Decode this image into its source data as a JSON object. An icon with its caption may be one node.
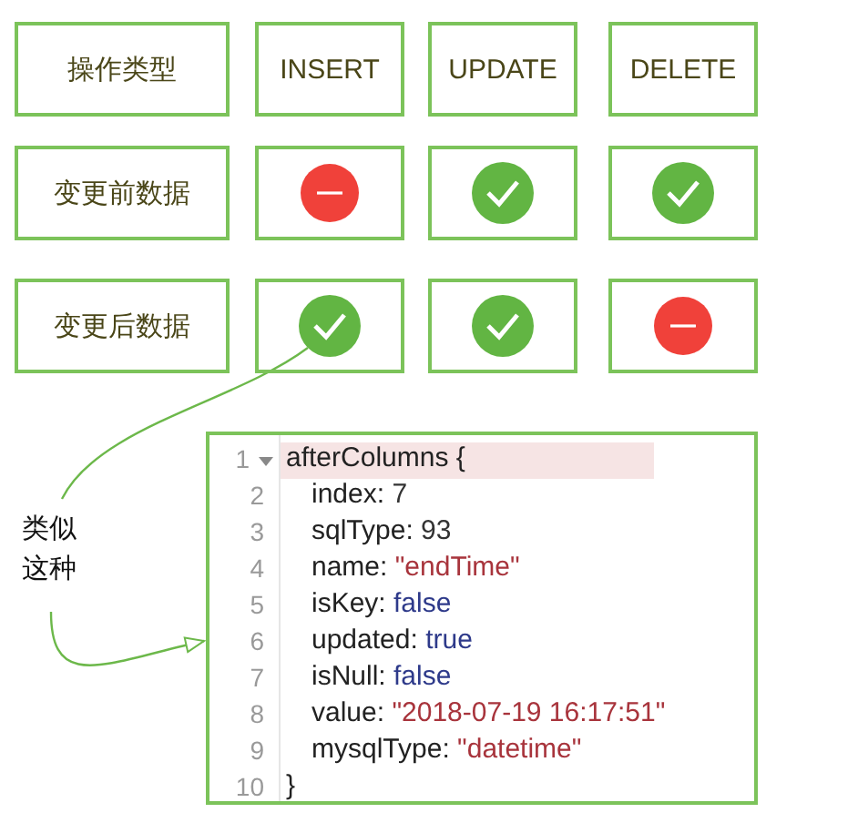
{
  "diagram": {
    "nodes": [
      {
        "text": [
          "操作类型"
        ]
      },
      {
        "text": [
          "INSERT"
        ]
      },
      {
        "text": [
          "UPDATE"
        ]
      },
      {
        "text": [
          "DELETE"
        ]
      },
      {
        "text": [
          "变更前数据"
        ]
      },
      {
        "text": [],
        "shape": "box"
      },
      {
        "text": [],
        "shape": "box"
      },
      {
        "text": [],
        "shape": "box"
      },
      {
        "text": [
          "变更后数据"
        ]
      },
      {
        "text": [],
        "shape": "box"
      },
      {
        "text": [],
        "shape": "box"
      },
      {
        "text": [],
        "shape": "box"
      },
      {
        "text": [],
        "shape": "minus",
        "in": 5
      },
      {
        "text": [],
        "shape": "checkmark",
        "in": 6
      },
      {
        "text": [],
        "shape": "checkmark",
        "in": 7
      },
      {
        "text": [],
        "shape": "checkmark",
        "in": 9
      },
      {
        "text": [],
        "shape": "checkmark",
        "in": 10
      },
      {
        "text": [],
        "shape": "minus",
        "in": 11
      },
      {
        "text": [
          "类似这种"
        ]
      },
      {
        "text": [
          "afterColumns {",
          "index: 7",
          "sqlType: 93",
          "name: \"endTime\"",
          "isKey: false",
          "updated: true",
          "isNull: false",
          "value: \"2018-07-19 16:17:51\"",
          "mysqlType: \"datetime\"",
          "}"
        ]
      }
    ],
    "edges": [
      {
        "from": 18,
        "to": 15,
        "arrow": "none"
      },
      {
        "from": 18,
        "to": 19,
        "arrow": "to"
      }
    ],
    "labels": [
      "1",
      "2",
      "3",
      "4",
      "5",
      "6",
      "7",
      "8",
      "9",
      "10"
    ]
  }
}
